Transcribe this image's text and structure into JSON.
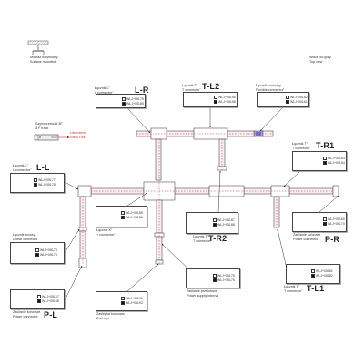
{
  "header": {
    "mount_pl": "Montaż natynkowy",
    "mount_en": "Surface mounted",
    "view_pl": "Widok od góry",
    "view_en": "Top view"
  },
  "earth": {
    "pl": "Szynoprzewód 3F",
    "en": "3 F track",
    "link_pl": "Uziemienie",
    "link_en": "Earth Link"
  },
  "connectors": {
    "LR": {
      "code": "L-R",
      "pl": "Łącznik L\"",
      "en": "L connector\"",
      "white": "WLJ+05175",
      "black": "WLJ+05185"
    },
    "TL2": {
      "code": "T-L2",
      "pl": "Łącznik T\"",
      "en": "T connector\"",
      "white": "WLJ+05155",
      "black": "WLJ+05158"
    },
    "flex": {
      "pl": "Łącznik ruchomy",
      "en": "Flexible connector\"",
      "white": "WLJ+05162",
      "black": "WLJ+05161"
    },
    "TR1": {
      "code": "T-R1",
      "pl": "Łącznik T\"",
      "en": "T connector\"",
      "white": "WLJ+05153",
      "black": "WLJ+05154"
    },
    "LL": {
      "code": "L-L",
      "pl": "Łącznik L\"",
      "en": "L connector\"",
      "white": "WLJ+05177",
      "black": "WLJ+05178"
    },
    "cross": {
      "pl": "Łącznik X\"",
      "en": "+ connector\"",
      "white": "WLJ+05185",
      "black": "WLJ+05186"
    },
    "TR2": {
      "code": "T-R2",
      "pl": "Łącznik T\"",
      "en": "T connector\"",
      "white": "WLJ+05187",
      "black": "WLJ+05188"
    },
    "linear": {
      "pl": "Łącznik liniowy",
      "en": "Linear connector",
      "white": "WLJ+05173",
      "black": "WLJ+05174"
    },
    "PR": {
      "code": "P-R",
      "pl": "Zasilanie końcowe",
      "en": "Power connector",
      "white": "WLJ+05169",
      "black": "WLJ+05170"
    },
    "internal": {
      "pl": "Zasilanie przelotowe",
      "en": "Power supply internal",
      "white": "WLJ+05175",
      "black": "WLJ+05176"
    },
    "PL": {
      "code": "P-L",
      "pl": "Zasilanie końcowe",
      "en": "Power connector",
      "white": "WLJ+05167",
      "black": "WLJ+05168"
    },
    "endcap": {
      "pl": "Zaślepka końcowa",
      "en": "End cap",
      "white": "WLJ+05191",
      "black": "WLJ+05192"
    },
    "TL1": {
      "code": "T-L1",
      "pl": "Łącznik T\"",
      "en": "T connector\"",
      "white": "WLJ+05181",
      "black": "WLJ+05182"
    }
  },
  "colors": {
    "track_fill": "#f7eef2",
    "track_stroke": "#5a4a50",
    "connector_fill": "#ffffff",
    "dash_red": "#d0342c",
    "flex_blue": "#6b6fd6",
    "earth_red": "#d0342c"
  }
}
